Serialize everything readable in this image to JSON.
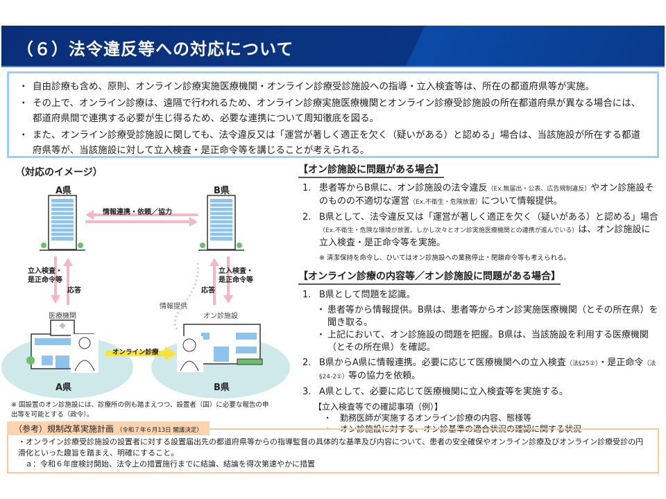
{
  "header": {
    "title": "（６）法令違反等への対応について"
  },
  "summary": [
    "自由診療も含め、原則、オンライン診療実施医療機関・オンライン診療受診施設への指導・立入検査等は、所在の都道府県等が実施。",
    "その上で、オンライン診療は、遠隔で行われるため、オンライン診療実施医療機関とオンライン診療受診施設の所在都道府県が異なる場合には、都道府県間で連携する必要が生じ得るため、必要な連携について周知徹底を図る。",
    "また、オンライン診療受診施設に関しても、法令違反又は「運営が著しく適正を欠く（疑いがある）と認める」場合は、当該施設が所在する都道府県等が、当該施設に対して立入検査・是正命令等を講じることが考えられる。"
  ],
  "diagram": {
    "title": "（対応のイメージ）",
    "pref_a": "A県",
    "pref_b": "B県",
    "info_link": "情報連携・依頼／協力",
    "inspect_a": [
      "立入検査・",
      "是正命令等"
    ],
    "inspect_b": [
      "立入検査・",
      "是正命令等"
    ],
    "response_a": "応答",
    "response_b": "応答",
    "info_provide": "情報提供",
    "hospital": "医療機関",
    "facility": "オン診施設",
    "online": "オンライン診療",
    "area_a": "A県",
    "area_b": "B県"
  },
  "footnote": "※ 国設置のオン診施設には、診療所の例も踏まえつつ、設置者（国）に必要な報告の申出等を可能とする（政令）。",
  "case1": {
    "heading": "【オン診施設に問題がある場合】",
    "items": [
      {
        "num": "1.",
        "pre": "患者等からB県に、オン診施設の法令違反",
        "ex1": "（Ex.無届出・公表、広告規制違反）",
        "mid": "やオン診施設そのものの不適切な運営",
        "ex2": "（Ex.不衛生・危険放置）",
        "post": "について情報提供。"
      },
      {
        "num": "2.",
        "pre": "B県として、法令違反又は「運営が著しく適正を欠く（疑いがある）と認める」場合",
        "ex1": "（Ex.不衛生・危険な環境が放置。しかし次々とオン診実施医療機関との連携が進んでいる）",
        "post": "は、オン診施設に立入検査・是正命令等を実施。"
      }
    ],
    "note": "※ 清潔保持を命令し、ひいてはオン診施設への業務停止・閉鎖命令等も考えられる。"
  },
  "case2": {
    "heading": "【オンライン診療の内容等／オン診施設に問題がある場合】",
    "item1": {
      "num": "1.",
      "text": "B県として問題を認識。",
      "subs": [
        "患者等から情報提供。B県は、患者等からオン診実施医療機関（とその所在県）を聞き取る。",
        "上記において、オン診施設の問題を把握。B県は、当該施設を利用する医療機関（とその所在県）を確認。"
      ]
    },
    "item2": {
      "num": "2.",
      "pre": "B県からA県に情報連携。必要に応じて医療機関への立入検査",
      "ex1": "（法§25②）",
      "mid": "・是正命令",
      "ex2": "（法§24-2①）",
      "post": "等の協力を依頼。"
    },
    "item3": {
      "num": "3.",
      "text": "A県として、必要に応じて医療機関に立入検査等を実施する。"
    },
    "check_heading": "【立入検査等での確認事項（例）】",
    "checks": [
      "勤務医師が実施するオンライン診療の内容、態様等",
      "オン診施設に対する、オン診基準の適合状況の確認に関する状況"
    ]
  },
  "reference": {
    "tab": "（参考）規制改革実施計画",
    "tab_note": "（令和７年６月13日 閣議決定）",
    "text": "・オンライン診療受診施設の設置者に対する設置届出先の都道府県等からの指導監督の具体的な基準及び内容について、患者の安全確保やオンライン診療及びオンライン診療受診の円滑化といった趣旨を踏まえ、明確にすること。",
    "sub": "ａ：令和６年度検討開始、法令上の措置施行までに結論、結論を得次第速やかに措置"
  },
  "colors": {
    "header": "#0a3582",
    "summary_border": "#9ccdf2",
    "arrow": "#f2b8c4",
    "area": "#cfe9ea",
    "ref_border": "#f6c9a2",
    "online_arrow": "#f7e33a"
  }
}
